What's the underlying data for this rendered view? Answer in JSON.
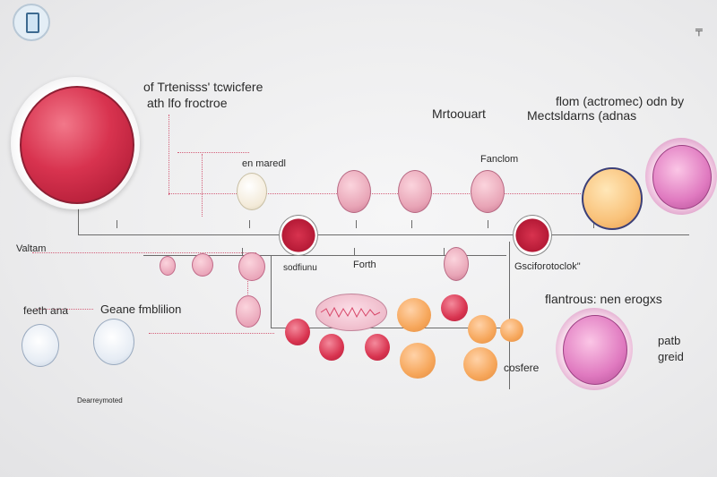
{
  "labels": {
    "title_line1": "of Trtenisss' tcwicfere",
    "title_line2": "ath lfo froctroe",
    "top_middle": "Mrtoouart",
    "top_right_line1": "flom (actromec) odn by",
    "top_right_line2": "Mectsldarns (adnas",
    "en_mared": "en maredl",
    "fanclom": "Fanclom",
    "valtam": "Valtam",
    "forth": "Forth",
    "sodfiunu": "sodfiunu",
    "gsoforotock": "Gsciforotoclok\"",
    "feath_ana": "feeth ana",
    "geane_fmbl": "Geane fmblilion",
    "dearreymoted": "Dearreymoted",
    "flantrous": "flantrous: nen erogxs",
    "patb": "patb",
    "greid": "greid",
    "cosfere": "cosfere"
  },
  "colors": {
    "connector": "#6b6b6b",
    "dotted_pink": "#d4607a",
    "red_cell": "#d8334f",
    "pink_cell": "#e8a4b6",
    "orange_cell": "#f6a65a",
    "violet_cell": "#e07ac0"
  },
  "icons": {
    "top_left": "phone-badge-icon",
    "top_right": "close-mark-icon"
  }
}
